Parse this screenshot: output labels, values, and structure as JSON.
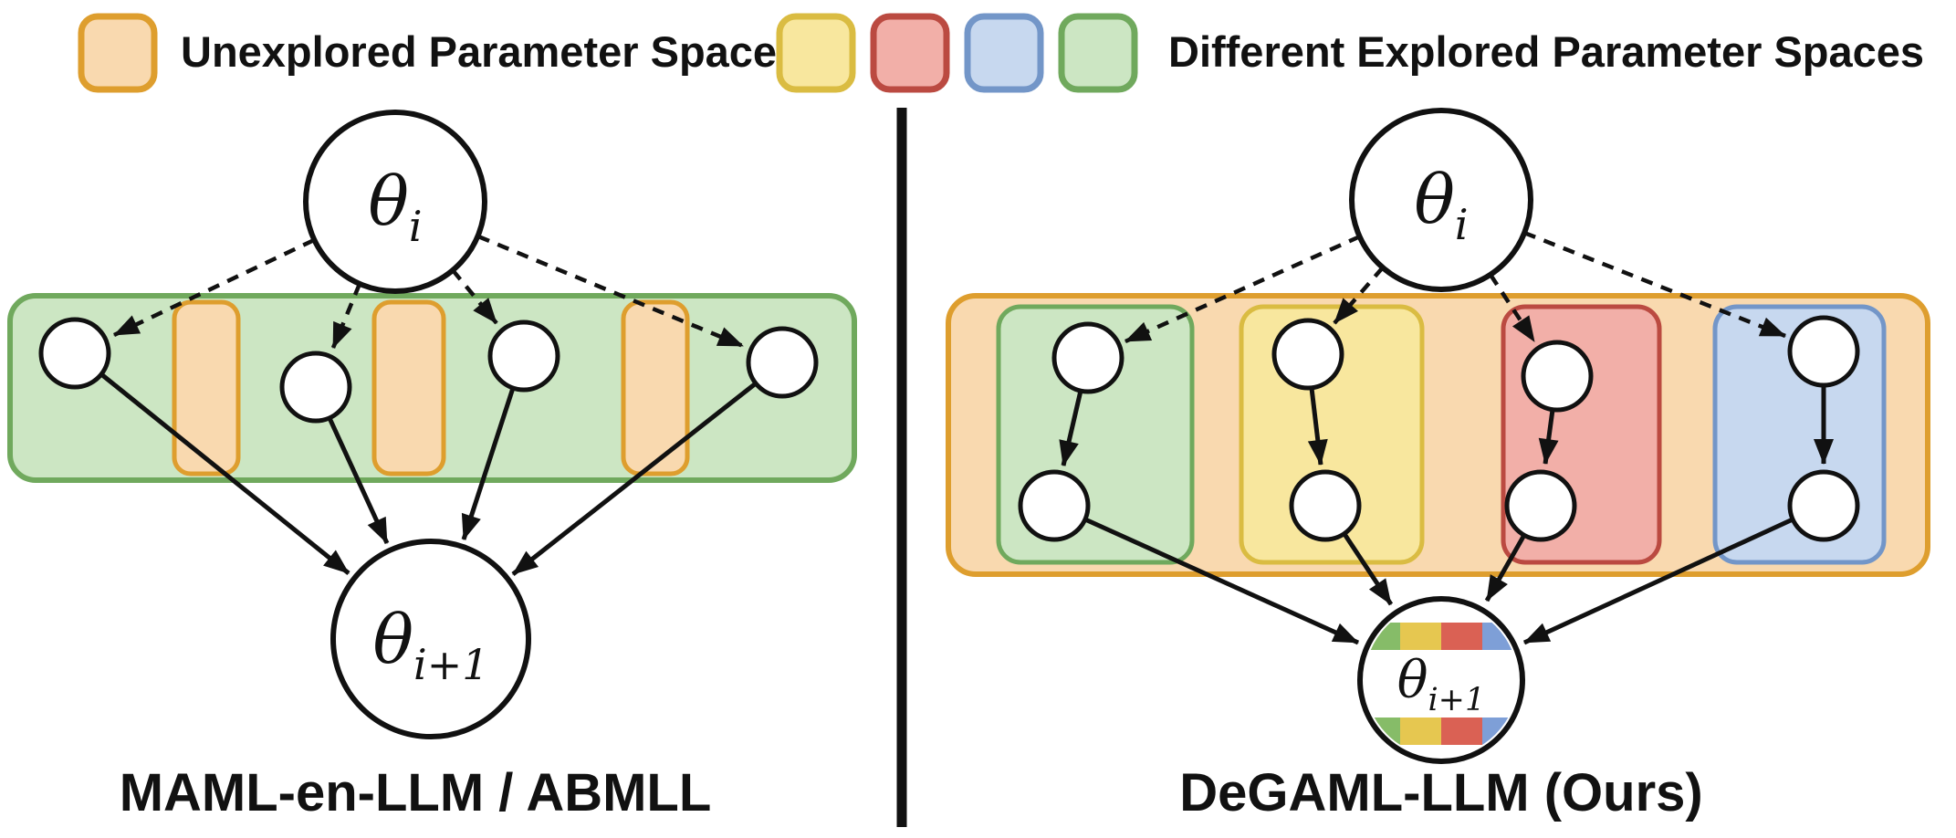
{
  "figure": {
    "legend": {
      "unexplored_label": "Unexplored Parameter Space",
      "explored_label": "Different Explored Parameter Spaces"
    },
    "panels": {
      "left": {
        "title": "MAML-en-LLM / ABMLL",
        "theta_top": {
          "symbol": "θ",
          "sub": "i"
        },
        "theta_bottom": {
          "symbol": "θ",
          "sub": "i+1"
        }
      },
      "right": {
        "title": "DeGAML-LLM (Ours)",
        "theta_top": {
          "symbol": "θ",
          "sub": "i"
        },
        "theta_bottom": {
          "symbol": "θ",
          "sub": "i+1"
        }
      }
    },
    "colors": {
      "unexplored_fill": "#F9D9AF",
      "unexplored_border": "#DE9E2E",
      "green_fill": "#CCE6C3",
      "green_border": "#70A95D",
      "yellow_fill": "#F8E79E",
      "yellow_border": "#DABC42",
      "red_fill": "#F2AFA8",
      "red_border": "#BB4A41",
      "blue_fill": "#C7D8EF",
      "blue_border": "#7396C8",
      "green_mid": "#86BC68",
      "yellow_mid": "#E6C750",
      "red_mid": "#DA6154",
      "blue_mid": "#7E9FD7"
    }
  }
}
